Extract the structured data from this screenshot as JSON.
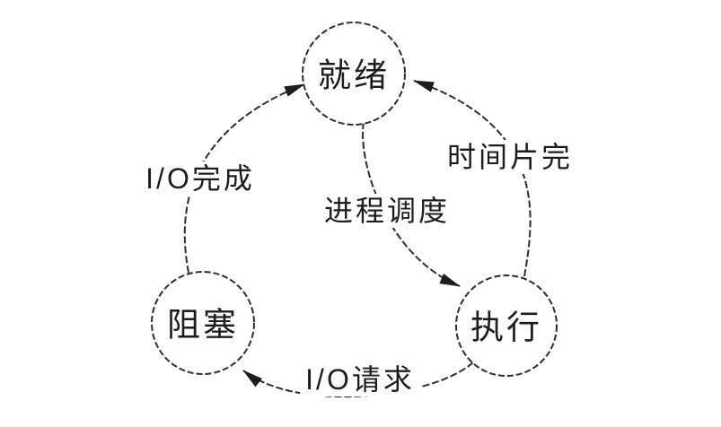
{
  "diagram": {
    "type": "state-transition-diagram",
    "background_color": "#ffffff",
    "stroke_color": "#2d2d2d",
    "nodes": [
      {
        "id": "ready",
        "label": "就绪"
      },
      {
        "id": "running",
        "label": "执行"
      },
      {
        "id": "blocked",
        "label": "阻塞"
      }
    ],
    "edges": [
      {
        "from": "running",
        "to": "ready",
        "label": "时间片完"
      },
      {
        "from": "ready",
        "to": "running",
        "label": "进程调度"
      },
      {
        "from": "running",
        "to": "blocked",
        "label": "I/O请求"
      },
      {
        "from": "blocked",
        "to": "ready",
        "label": "I/O完成"
      }
    ]
  }
}
